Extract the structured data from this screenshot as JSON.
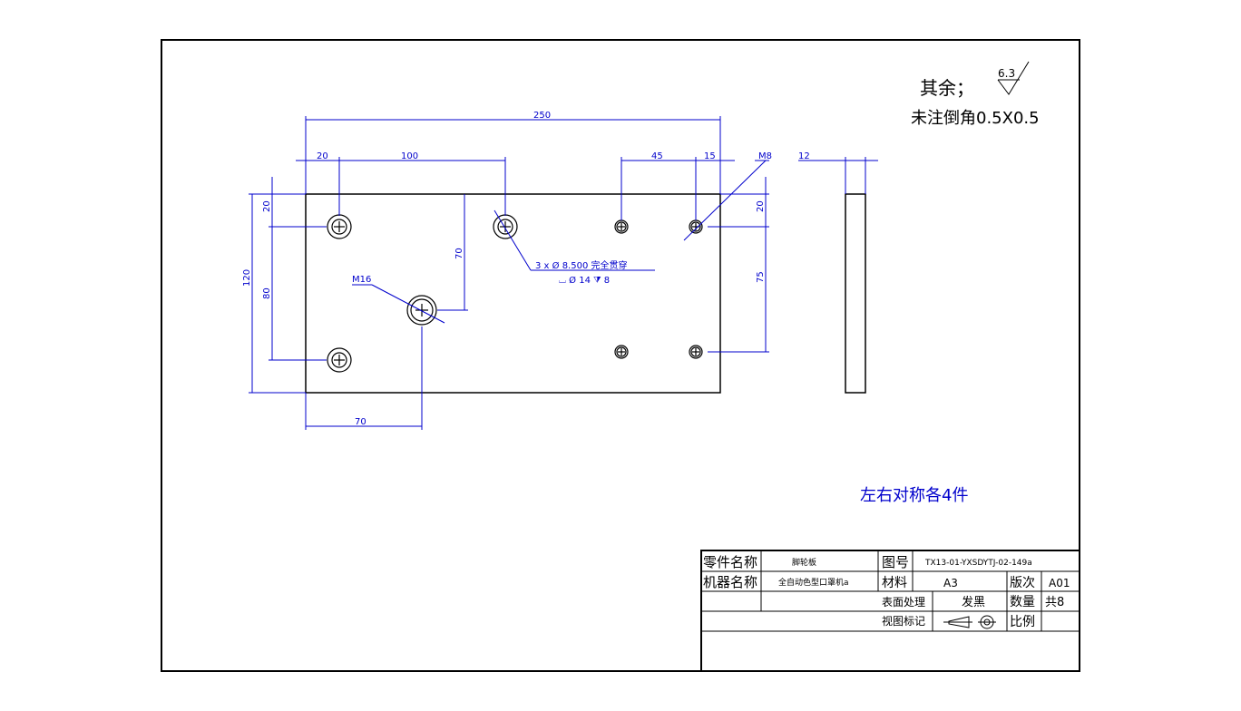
{
  "notes": {
    "remaining_label": "其余；",
    "roughness_value": "6.3",
    "chamfer_note": "未注倒角0.5X0.5",
    "symmetry_note": "左右对称各4件"
  },
  "dimensions": {
    "overall_length": "250",
    "left_offset": "20",
    "hole_spacing": "100",
    "right_spacing_45": "45",
    "right_offset_15": "15",
    "thread_m8": "M8",
    "thickness": "12",
    "overall_height": "120",
    "top_offset_left": "20",
    "vertical_spacing_80": "80",
    "center_height_70": "70",
    "top_offset_right": "20",
    "vertical_spacing_75": "75",
    "thread_m16": "M16",
    "bottom_70": "70",
    "hole_callout_line1": "3 x  Ø 8.500 完全贯穿",
    "hole_callout_line2": "⌴ Ø 14 ⧩ 8"
  },
  "title_block": {
    "part_name_label": "零件名称",
    "part_name_value": "脚轮板",
    "drawing_no_label": "图号",
    "drawing_no_value": "TX13-01-YXSDYTJ-02-149a",
    "machine_name_label": "机器名称",
    "machine_name_value": "全自动色型口罩机a",
    "material_label": "材料",
    "material_value": "A3",
    "revision_label": "版次",
    "revision_value": "A01",
    "surface_label": "表面处理",
    "surface_value": "发黑",
    "quantity_label": "数量",
    "quantity_value": "共8",
    "view_label": "视图标记",
    "scale_label": "比例"
  },
  "colors": {
    "dimension": "#0000cc",
    "outline": "#000000"
  }
}
